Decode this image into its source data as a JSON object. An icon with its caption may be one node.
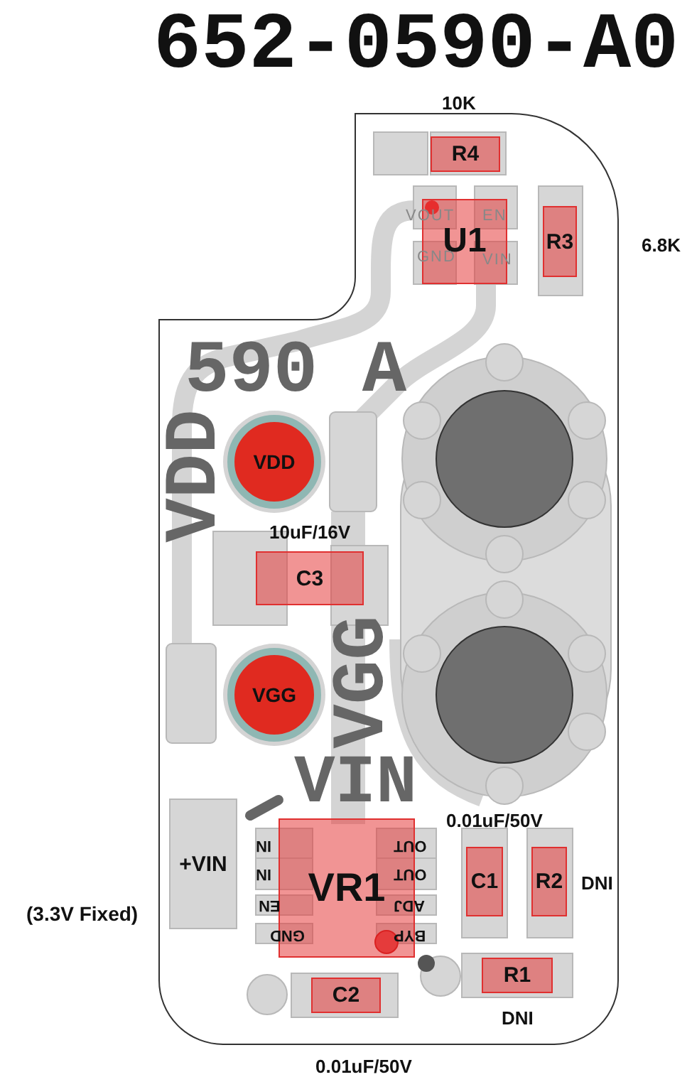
{
  "diagram": {
    "title": "652-0590-A0",
    "nodes": [
      {
        "text": [
          "R4"
        ],
        "beside": [
          "10K"
        ]
      },
      {
        "text": [
          "U1"
        ]
      },
      {
        "text": [
          "R3"
        ],
        "beside": [
          "6.8K"
        ]
      },
      {
        "text": [
          "VDD"
        ]
      },
      {
        "text": [
          "C3"
        ],
        "beside": [
          "10uF/16V"
        ]
      },
      {
        "text": [
          "VGG"
        ]
      },
      {
        "text": [
          "+VIN"
        ]
      },
      {
        "text": [
          "VR1"
        ]
      },
      {
        "text": [
          "C1"
        ],
        "beside": [
          "0.01uF/50V"
        ]
      },
      {
        "text": [
          "R2"
        ],
        "beside": [
          "DNI"
        ]
      },
      {
        "text": [
          "R1"
        ],
        "beside": [
          "DNI"
        ]
      },
      {
        "text": [
          "C2"
        ],
        "beside": [
          "0.01uF/50V"
        ]
      }
    ],
    "labels": [
      "590 A",
      "VOUT",
      "EN",
      "GND",
      "VIN",
      "VDD",
      "VGG",
      "VIN",
      "IN",
      "IN",
      "EN",
      "GND",
      "OUT",
      "OUT",
      "ADJ",
      "BYP",
      "(3.3V Fixed)"
    ]
  }
}
